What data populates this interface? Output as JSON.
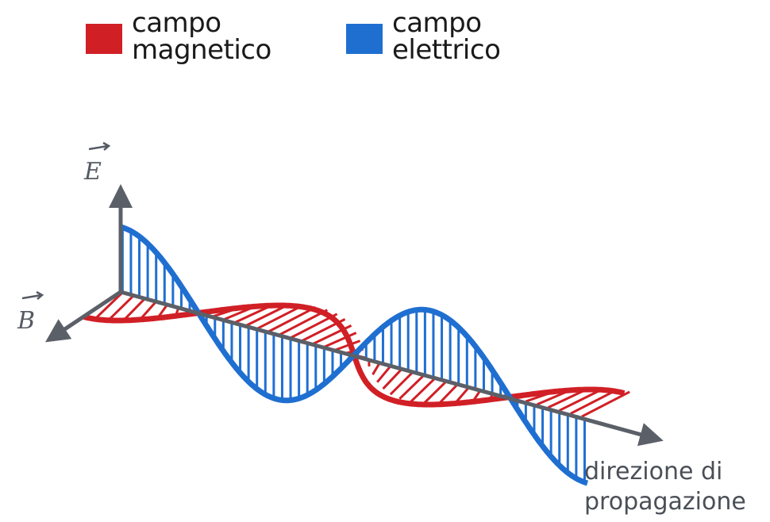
{
  "legend": {
    "magnetic": {
      "line1": "campo",
      "line2": "magnetico",
      "color": "#d11f26"
    },
    "electric": {
      "line1": "campo",
      "line2": "elettrico",
      "color": "#1f6fd1"
    }
  },
  "axes": {
    "e_label": "E",
    "b_label": "B",
    "axis_color": "#5b6068"
  },
  "propagation_label": {
    "line1": "direzione di",
    "line2": "propagazione"
  },
  "colors": {
    "magnetic": "#d11f26",
    "electric": "#1f6fd1",
    "axis": "#5b6068"
  }
}
